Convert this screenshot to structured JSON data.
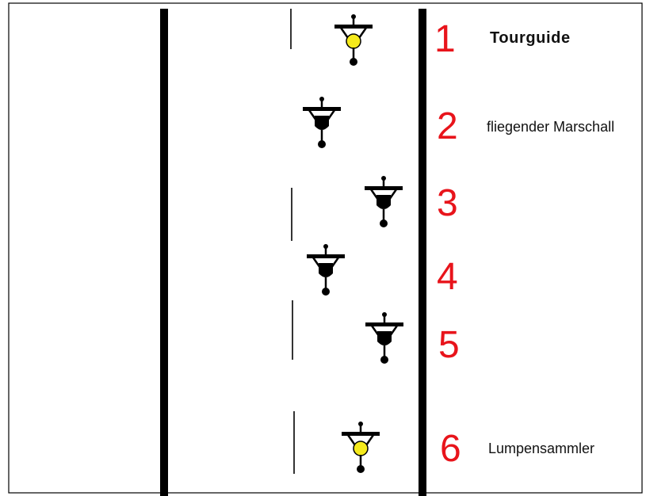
{
  "colors": {
    "background": "#ffffff",
    "road_line": "#000000",
    "lane_marking": "#000000",
    "number": "#e8141b",
    "label": "#111111",
    "rider_black": "#000000",
    "rider_highlight": "#f5ea1c"
  },
  "riders": [
    {
      "number": "1",
      "label": "Tourguide",
      "highlight": true
    },
    {
      "number": "2",
      "label": "fliegender Marschall",
      "highlight": false
    },
    {
      "number": "3",
      "label": "",
      "highlight": false
    },
    {
      "number": "4",
      "label": "",
      "highlight": false
    },
    {
      "number": "5",
      "label": "",
      "highlight": false
    },
    {
      "number": "6",
      "label": "Lumpensammler",
      "highlight": true
    }
  ]
}
